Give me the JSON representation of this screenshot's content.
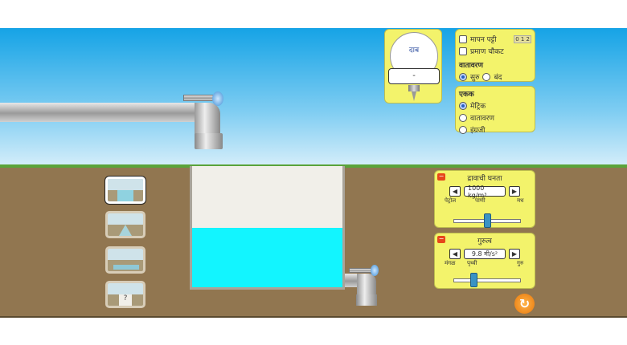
{
  "gauge": {
    "label": "दाब",
    "reading": "-"
  },
  "tools_panel": {
    "ruler_label": "मापन पट्टी",
    "ruler_icon_text": "0 1 2",
    "grid_label": "प्रमाण चौकट",
    "atmosphere_title": "वातावरण",
    "atmosphere_on": "सुरु",
    "atmosphere_off": "बंद"
  },
  "units_panel": {
    "title": "एकक",
    "options": [
      "मेट्रिक",
      "वातावरण",
      "इंग्रजी"
    ],
    "selected": "मेट्रिक"
  },
  "fluid_density": {
    "title": "द्रावाची घनता",
    "value": "1000 kg/m³",
    "labels": [
      "पेट्रोल",
      "पाणी",
      "मध"
    ],
    "fraction": 0.5
  },
  "gravity": {
    "title": "गुरुत्व",
    "value": "9.8 मी/s²",
    "labels": [
      "मंगळ",
      "पृथ्वी",
      "गुरु"
    ],
    "fraction": 0.3
  },
  "scene_buttons": {
    "mystery_mark": "?"
  },
  "colors": {
    "water": "#12f5ff",
    "panel": "#f3f36b",
    "ground": "#917650"
  }
}
